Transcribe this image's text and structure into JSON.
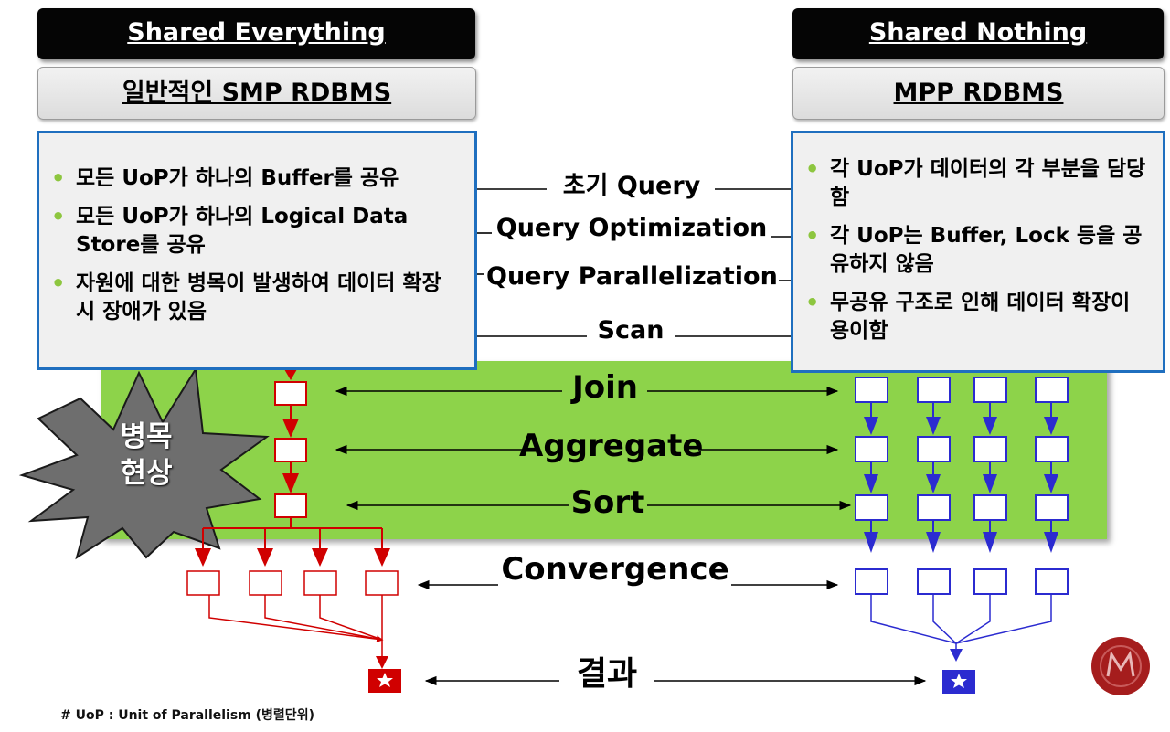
{
  "left": {
    "arch_title": "Shared Everything",
    "system_title": "일반적인 SMP RDBMS",
    "bullets": [
      "모든 UoP가 하나의 Buffer를 공유",
      "모든 UoP가 하나의 Logical Data Store를 공유",
      "자원에 대한 병목이 발생하여 데이터 확장시 장애가 있음"
    ],
    "bottleneck_label_line1": "병목",
    "bottleneck_label_line2": "현상"
  },
  "right": {
    "arch_title": "Shared Nothing",
    "system_title": "MPP RDBMS",
    "bullets": [
      "각 UoP가 데이터의 각 부분을 담당함",
      "각 UoP는 Buffer, Lock 등을 공유하지 않음",
      "무공유 구조로 인해 데이터 확장이 용이함"
    ]
  },
  "stages": {
    "initial_query": "초기 Query",
    "query_optimization": "Query Optimization",
    "query_parallelization": "Query Parallelization",
    "scan": "Scan",
    "join": "Join",
    "aggregate": "Aggregate",
    "sort": "Sort",
    "convergence": "Convergence",
    "result": "결과"
  },
  "footnote": "# UoP : Unit of Parallelism (병렬단위)",
  "colors": {
    "smp_flow": "#d00000",
    "mpp_flow": "#2b2bd0",
    "parallel_zone": "#8dd34a",
    "bullet": "#8dc63f",
    "box_border": "#1f6fbf",
    "seal": "#a51d1d"
  }
}
